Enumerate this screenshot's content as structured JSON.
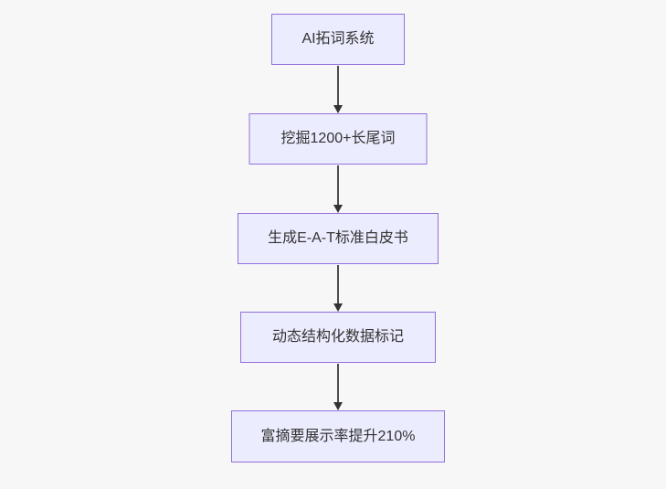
{
  "diagram": {
    "type": "flowchart-top-down",
    "colors": {
      "background": "#f7f7f7",
      "node_fill": "#ECECFF",
      "node_border": "#9370DB",
      "edge": "#333333",
      "text": "#333333"
    },
    "nodes": [
      {
        "id": "A",
        "label": "AI拓词系统"
      },
      {
        "id": "B",
        "label": "挖掘1200+长尾词"
      },
      {
        "id": "C",
        "label": "生成E-A-T标准白皮书"
      },
      {
        "id": "D",
        "label": "动态结构化数据标记"
      },
      {
        "id": "E",
        "label": "富摘要展示率提升210%"
      }
    ],
    "edges": [
      {
        "from": "A",
        "to": "B",
        "arrow": "down"
      },
      {
        "from": "B",
        "to": "C",
        "arrow": "down"
      },
      {
        "from": "C",
        "to": "D",
        "arrow": "down"
      },
      {
        "from": "D",
        "to": "E",
        "arrow": "down"
      }
    ]
  }
}
